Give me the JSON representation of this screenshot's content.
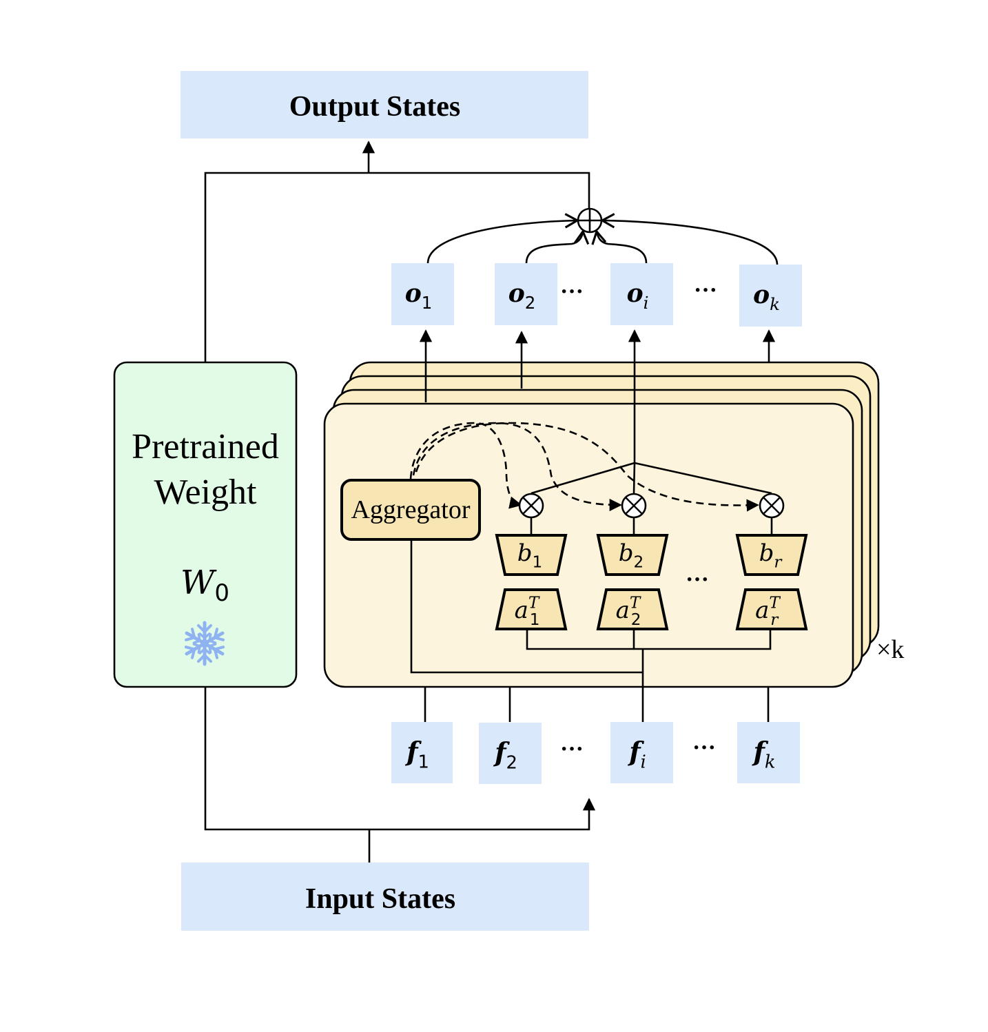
{
  "colors": {
    "state_box": "#d9e8fb",
    "pretrained_box": "#e2fbe6",
    "module_fill": "#fdf4dd",
    "module_back": "#fbedc4",
    "trapezoid_fill": "#f7e5b3",
    "snowflake": "#8fb2f0"
  },
  "output_states": "Output States",
  "input_states": "Input States",
  "pretrained": {
    "line1": "Pretrained",
    "line2": "Weight",
    "symbol": "W",
    "symbol_sub": "0",
    "icon": "snowflake-icon"
  },
  "aggregator": "Aggregator",
  "stack_label": "×k",
  "ellipsis": "···",
  "outputs": [
    {
      "base": "o",
      "sub": "1"
    },
    {
      "base": "o",
      "sub": "2"
    },
    {
      "base": "o",
      "sub": "i"
    },
    {
      "base": "o",
      "sub": "k"
    }
  ],
  "features": [
    {
      "base": "f",
      "sub": "1"
    },
    {
      "base": "f",
      "sub": "2"
    },
    {
      "base": "f",
      "sub": "i"
    },
    {
      "base": "f",
      "sub": "k"
    }
  ],
  "b_blocks": [
    {
      "base": "b",
      "sub": "1"
    },
    {
      "base": "b",
      "sub": "2"
    },
    {
      "base": "b",
      "sub": "r"
    }
  ],
  "a_blocks": [
    {
      "base": "a",
      "sup": "T",
      "sub": "1"
    },
    {
      "base": "a",
      "sup": "T",
      "sub": "2"
    },
    {
      "base": "a",
      "sup": "T",
      "sub": "r"
    }
  ]
}
